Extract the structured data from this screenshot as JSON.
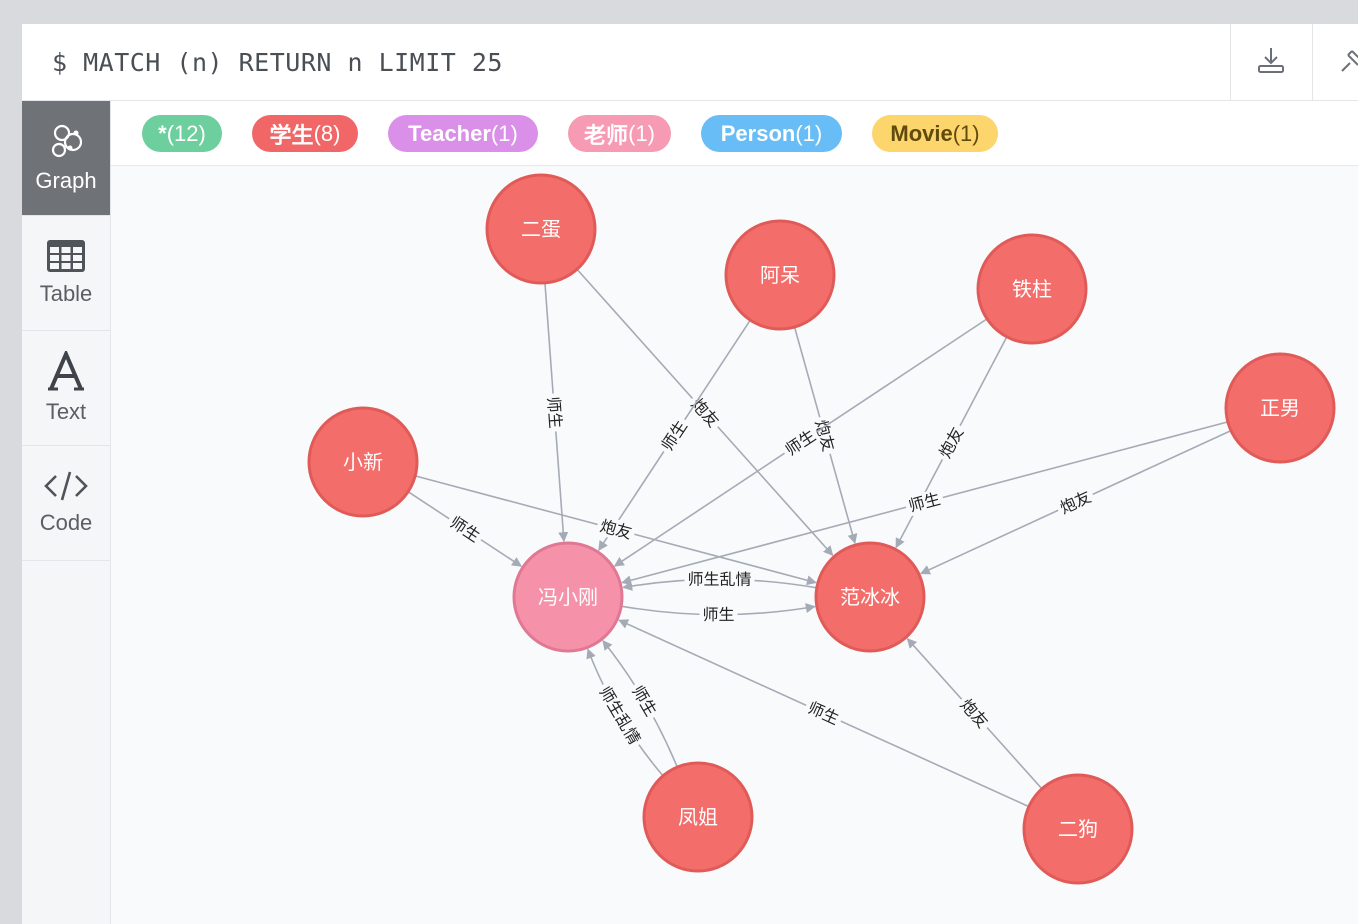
{
  "query": {
    "text": "$ MATCH (n) RETURN n LIMIT 25"
  },
  "toolbar": {
    "download_icon": "download-icon",
    "pin_icon": "pin-icon"
  },
  "sidebar": {
    "items": [
      {
        "label": "Graph",
        "icon": "graph-icon",
        "active": true
      },
      {
        "label": "Table",
        "icon": "table-icon",
        "active": false
      },
      {
        "label": "Text",
        "icon": "text-icon",
        "active": false
      },
      {
        "label": "Code",
        "icon": "code-icon",
        "active": false
      }
    ]
  },
  "labels": [
    {
      "name": "*",
      "count": "(12)",
      "color": "#6dce9e",
      "text_color": "#ffffff"
    },
    {
      "name": "学生",
      "count": "(8)",
      "color": "#f16667",
      "text_color": "#ffffff"
    },
    {
      "name": "Teacher",
      "count": "(1)",
      "color": "#da8fe8",
      "text_color": "#ffffff"
    },
    {
      "name": "老师",
      "count": "(1)",
      "color": "#f79ab3",
      "text_color": "#ffffff"
    },
    {
      "name": "Person",
      "count": "(1)",
      "color": "#68bdf6",
      "text_color": "#ffffff"
    },
    {
      "name": "Movie",
      "count": "(1)",
      "color": "#fcd56d",
      "text_color": "#604a0e"
    }
  ],
  "colors": {
    "student_fill": "#f36d6b",
    "student_stroke": "#e05a58",
    "teacher_fill": "#f592a9",
    "teacher_stroke": "#e07893",
    "edge": "#a5abb6"
  },
  "graph": {
    "nodes": [
      {
        "id": "erdan",
        "label": "二蛋",
        "kind": "student"
      },
      {
        "id": "adai",
        "label": "阿呆",
        "kind": "student"
      },
      {
        "id": "tiezhu",
        "label": "铁柱",
        "kind": "student"
      },
      {
        "id": "zhengnan",
        "label": "正男",
        "kind": "student"
      },
      {
        "id": "xiaoxin",
        "label": "小新",
        "kind": "student"
      },
      {
        "id": "fengxiaogang",
        "label": "冯小刚",
        "kind": "teacher"
      },
      {
        "id": "fanbingbing",
        "label": "范冰冰",
        "kind": "student"
      },
      {
        "id": "fengjie",
        "label": "凤姐",
        "kind": "student"
      },
      {
        "id": "ergou",
        "label": "二狗",
        "kind": "student"
      }
    ],
    "edges": [
      {
        "from": "erdan",
        "to": "fengxiaogang",
        "label": "师生"
      },
      {
        "from": "erdan",
        "to": "fanbingbing",
        "label": "炮友"
      },
      {
        "from": "adai",
        "to": "fengxiaogang",
        "label": "师生"
      },
      {
        "from": "adai",
        "to": "fanbingbing",
        "label": "炮友"
      },
      {
        "from": "tiezhu",
        "to": "fengxiaogang",
        "label": "师生"
      },
      {
        "from": "tiezhu",
        "to": "fanbingbing",
        "label": "炮友"
      },
      {
        "from": "zhengnan",
        "to": "fengxiaogang",
        "label": "师生"
      },
      {
        "from": "zhengnan",
        "to": "fanbingbing",
        "label": "炮友"
      },
      {
        "from": "xiaoxin",
        "to": "fengxiaogang",
        "label": "师生"
      },
      {
        "from": "xiaoxin",
        "to": "fanbingbing",
        "label": "炮友"
      },
      {
        "from": "fanbingbing",
        "to": "fengxiaogang",
        "label": "师生乱情"
      },
      {
        "from": "fengxiaogang",
        "to": "fanbingbing",
        "label": "师生"
      },
      {
        "from": "fengjie",
        "to": "fengxiaogang",
        "label": "师生乱情"
      },
      {
        "from": "fengjie",
        "to": "fengxiaogang",
        "label": "师生"
      },
      {
        "from": "ergou",
        "to": "fengxiaogang",
        "label": "师生"
      },
      {
        "from": "ergou",
        "to": "fanbingbing",
        "label": "炮友"
      }
    ]
  }
}
